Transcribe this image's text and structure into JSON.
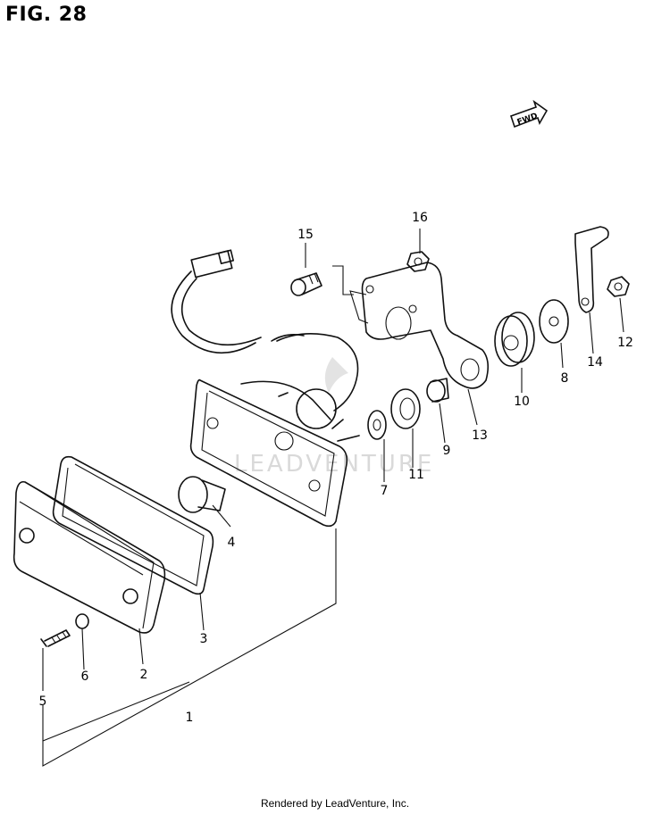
{
  "figure": {
    "title": "FIG. 28"
  },
  "fwd_arrow": {
    "label": "FWD"
  },
  "watermark": {
    "text": "LEADVENTURE"
  },
  "footer": {
    "text": "Rendered by LeadVenture, Inc."
  },
  "callouts": [
    "1",
    "2",
    "3",
    "4",
    "5",
    "6",
    "7",
    "8",
    "9",
    "10",
    "11",
    "12",
    "13",
    "14",
    "15",
    "16"
  ]
}
